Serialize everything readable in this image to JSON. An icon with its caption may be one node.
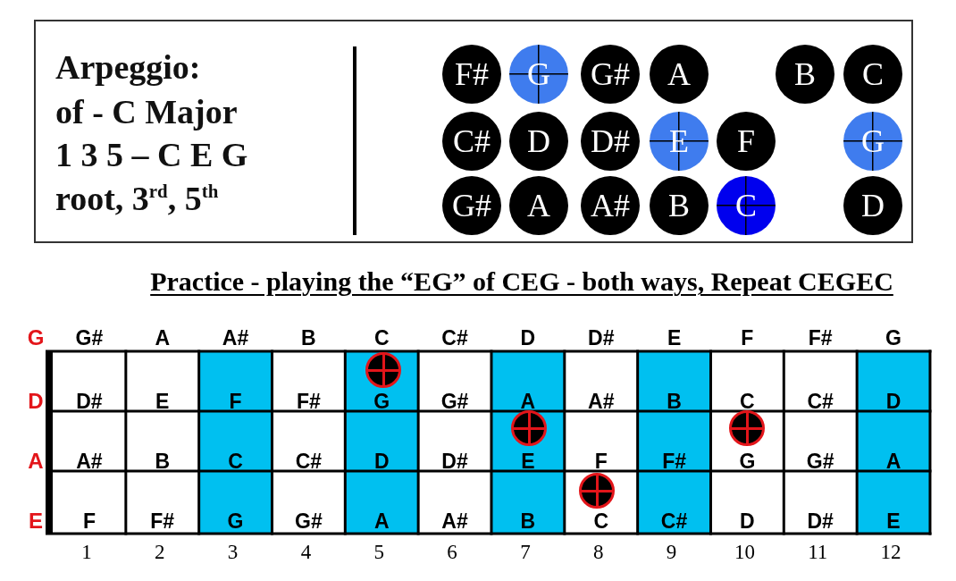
{
  "diagram": {
    "nodes": [
      {
        "text": [
          "Arpeggio:",
          "of - C Major",
          "1 3 5 – C E G",
          "root, 3$^{rd}$, 5$^{th}$"
        ]
      },
      {
        "text": [
          "F#"
        ],
        "in": 0
      },
      {
        "text": [
          "G"
        ],
        "in": 0
      },
      {
        "text": [
          "G#"
        ],
        "in": 0
      },
      {
        "text": [
          "A"
        ],
        "in": 0
      },
      {
        "text": [
          "B"
        ],
        "in": 0
      },
      {
        "text": [
          "C"
        ],
        "in": 0
      },
      {
        "text": [
          "C#"
        ],
        "in": 0
      },
      {
        "text": [
          "D"
        ],
        "in": 0
      },
      {
        "text": [
          "D#"
        ],
        "in": 0
      },
      {
        "text": [
          "E"
        ],
        "in": 0
      },
      {
        "text": [
          "F"
        ],
        "in": 0
      },
      {
        "text": [
          "G"
        ],
        "in": 0
      },
      {
        "text": [
          "G#"
        ],
        "in": 0
      },
      {
        "text": [
          "A"
        ],
        "in": 0
      },
      {
        "text": [
          "A#"
        ],
        "in": 0
      },
      {
        "text": [
          "B"
        ],
        "in": 0
      },
      {
        "text": [
          "C"
        ],
        "in": 0
      },
      {
        "text": [
          "D"
        ],
        "in": 0
      },
      {
        "text": [],
        "shape": "circle"
      },
      {
        "text": [],
        "shape": "circle"
      },
      {
        "text": [],
        "shape": "circle"
      },
      {
        "text": [],
        "shape": "circle"
      }
    ],
    "labels": [
      "Practice - playing the “EG” of CEG - both ways, Repeat CEGEC",
      "G",
      "G#",
      "A",
      "A#",
      "B",
      "C",
      "C#",
      "D",
      "D#",
      "E",
      "F",
      "F#",
      "G",
      "D",
      "D#",
      "E",
      "F",
      "F#",
      "G",
      "G#",
      "A",
      "A#",
      "B",
      "C",
      "C#",
      "D",
      "A",
      "A#",
      "B",
      "C",
      "C#",
      "D",
      "D#",
      "E",
      "F",
      "F#",
      "G",
      "G#",
      "A",
      "E",
      "F",
      "F#",
      "G",
      "G#",
      "A",
      "A#",
      "B",
      "C",
      "C#",
      "D",
      "D#",
      "E",
      "1",
      "2",
      "3",
      "4",
      "5",
      "6",
      "7",
      "8",
      "9",
      "10",
      "11",
      "12"
    ]
  }
}
